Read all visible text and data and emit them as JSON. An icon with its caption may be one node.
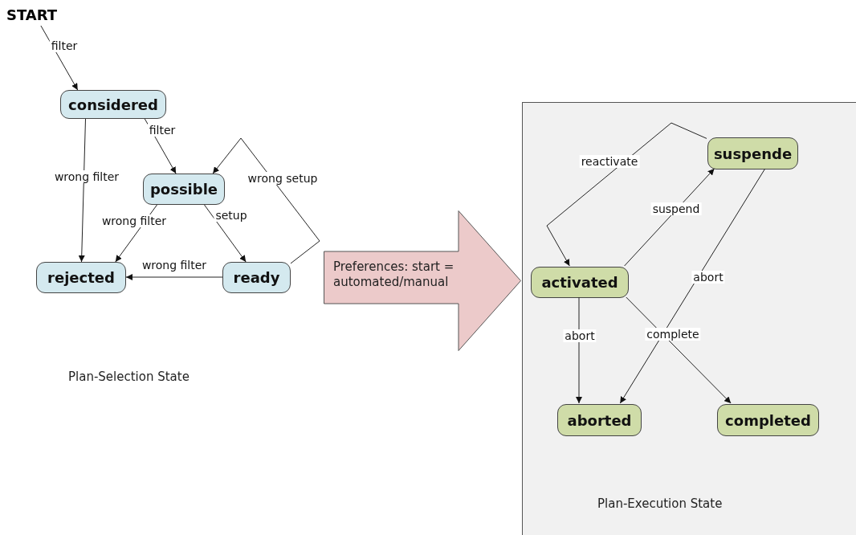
{
  "diagram": {
    "nodes": [
      {
        "text": [
          "START"
        ]
      },
      {
        "text": [
          "considered"
        ]
      },
      {
        "text": [
          "possible"
        ]
      },
      {
        "text": [
          "rejected"
        ]
      },
      {
        "text": [
          "ready"
        ]
      },
      {
        "text": [
          "Preferences: start = automated/manual"
        ]
      },
      {
        "text": [
          "Plan-Execution State"
        ]
      },
      {
        "text": [
          "activated"
        ],
        "in": 6
      },
      {
        "text": [
          "suspende"
        ],
        "in": 6
      },
      {
        "text": [
          "aborted"
        ],
        "in": 6
      },
      {
        "text": [
          "completed"
        ],
        "in": 6
      }
    ],
    "edges": [
      {
        "from": 0,
        "to": 1,
        "arrow": "to",
        "label": "filter"
      },
      {
        "from": 1,
        "to": 2,
        "arrow": "to",
        "label": "filter"
      },
      {
        "from": 1,
        "to": 3,
        "arrow": "to",
        "label": "wrong filter"
      },
      {
        "from": 2,
        "to": 3,
        "arrow": "to",
        "label": "wrong filter"
      },
      {
        "from": 2,
        "to": 4,
        "arrow": "to",
        "label": "setup"
      },
      {
        "from": 4,
        "to": 2,
        "arrow": "to",
        "label": "wrong setup"
      },
      {
        "from": 4,
        "to": 3,
        "arrow": "to",
        "label": "wrong filter"
      },
      {
        "from": 8,
        "to": 7,
        "arrow": "to",
        "label": "reactivate"
      },
      {
        "from": 7,
        "to": 8,
        "arrow": "to",
        "label": "suspend"
      },
      {
        "from": 8,
        "to": 9,
        "arrow": "to",
        "label": "abort"
      },
      {
        "from": 7,
        "to": 9,
        "arrow": "to",
        "label": "abort"
      },
      {
        "from": 7,
        "to": 10,
        "arrow": "to",
        "label": "complete"
      }
    ],
    "labels": [
      "Plan-Selection State"
    ]
  }
}
